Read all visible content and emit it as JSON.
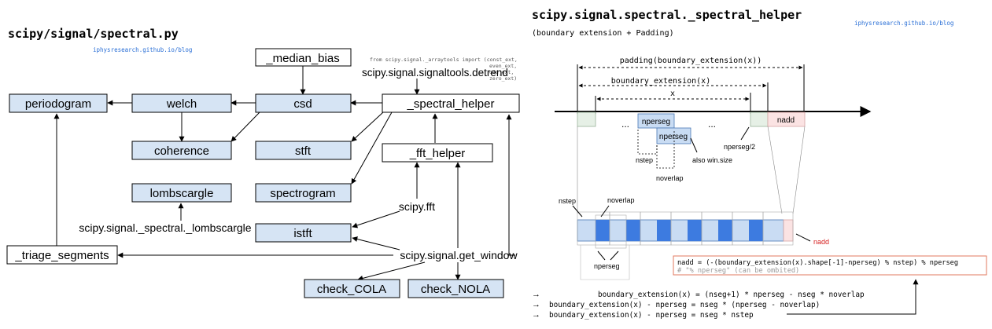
{
  "left": {
    "title": "scipy/signal/spectral.py",
    "blog": "iphysresearch.github.io/blog",
    "import_note": [
      "from scipy.signal._arraytools import (const_ext,",
      "even_ext,",
      "odd_ext,",
      "zero_ext)"
    ],
    "nodes": {
      "median_bias": "_median_bias",
      "detrend": "scipy.signal.signaltools.detrend",
      "periodogram": "periodogram",
      "welch": "welch",
      "csd": "csd",
      "spectral_helper": "_spectral_helper",
      "coherence": "coherence",
      "stft": "stft",
      "fft_helper": "_fft_helper",
      "lombscargle": "lombscargle",
      "spectrogram": "spectrogram",
      "scipy_fft": "scipy.fft",
      "lombscargle_src": "scipy.signal._spectral._lombscargle",
      "istft": "istft",
      "triage_segments": "_triage_segments",
      "get_window": "scipy.signal.get_window",
      "check_cola": "check_COLA",
      "check_nola": "check_NOLA"
    }
  },
  "right": {
    "title": "scipy.signal.spectral._spectral_helper",
    "subtitle": "(boundary extension + Padding)",
    "blog": "iphysresearch.github.io/blog",
    "padding_label": "padding(boundary_extension(x))",
    "boundary_label": "boundary_extension(x)",
    "x_label": "x",
    "dots": "...",
    "nperseg": "nperseg",
    "nadd": "nadd",
    "nperseg_half": "nperseg/2",
    "nstep": "nstep",
    "also_win_size": "also win.size",
    "noverlap": "noverlap",
    "nadd_red": "nadd",
    "formula_line1": "nadd = (-(boundary_extension(x).shape[-1]-nperseg) % nstep) % nperseg",
    "formula_line2": "# \"% nperseg\" (can be ombited)",
    "formula_color": "#c0392b",
    "eq1": "boundary_extension(x) = (nseg+1) * nperseg - nseg * noverlap",
    "eq2": "boundary_extension(x) - nperseg =  nseg * (nperseg - noverlap)",
    "eq3": "boundary_extension(x) - nperseg =  nseg * nstep",
    "arrow_glyph": "→"
  }
}
